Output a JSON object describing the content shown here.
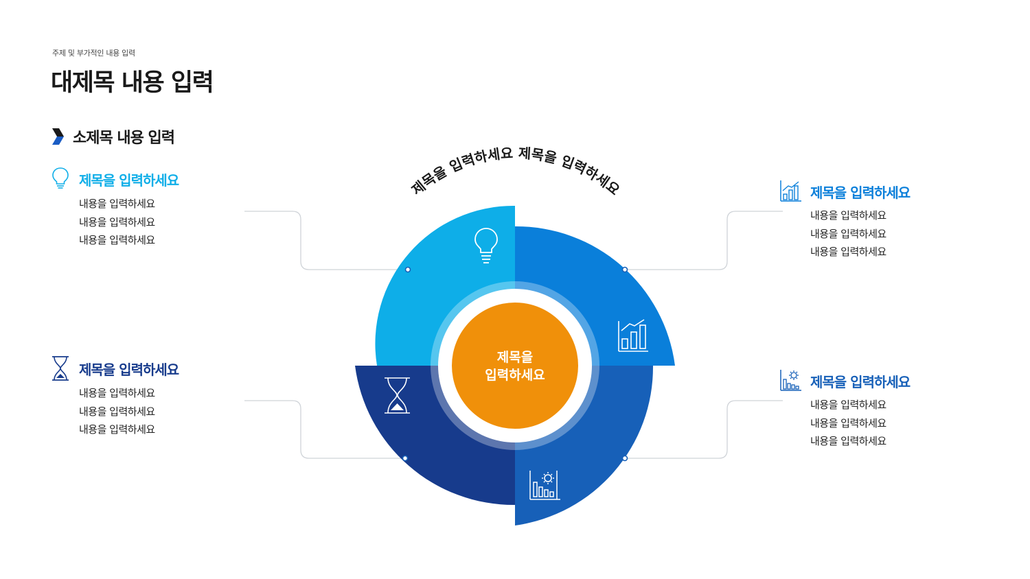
{
  "header": {
    "subtitle": "주제 및 부가적인 내용 입력",
    "title": "대제목 내용 입력"
  },
  "section": {
    "title": "소제목 내용 입력"
  },
  "diagram": {
    "arc_title": "제목을 입력하세요 제목을 입력하세요",
    "center_line1": "제목을",
    "center_line2": "입력하세요",
    "colors": {
      "segment_light": "#0EAEE8",
      "segment_mid": "#0A7FDA",
      "segment_blue": "#1760B8",
      "segment_navy": "#173B8C",
      "center": "#F0900A",
      "line": "#cfd3d8"
    }
  },
  "items": [
    {
      "icon": "lightbulb-icon",
      "title": "제목을 입력하세요",
      "color": "#0EAEE8",
      "lines": [
        "내용을 입력하세요",
        "내용을 입력하세요",
        "내용을 입력하세요"
      ]
    },
    {
      "icon": "hourglass-icon",
      "title": "제목을 입력하세요",
      "color": "#173B8C",
      "lines": [
        "내용을 입력하세요",
        "내용을 입력하세요",
        "내용을 입력하세요"
      ]
    },
    {
      "icon": "growth-chart-icon",
      "title": "제목을 입력하세요",
      "color": "#0A7FDA",
      "lines": [
        "내용을 입력하세요",
        "내용을 입력하세요",
        "내용을 입력하세요"
      ]
    },
    {
      "icon": "virus-chart-icon",
      "title": "제목을 입력하세요",
      "color": "#1760B8",
      "lines": [
        "내용을 입력하세요",
        "내용을 입력하세요",
        "내용을 입력하세요"
      ]
    }
  ]
}
